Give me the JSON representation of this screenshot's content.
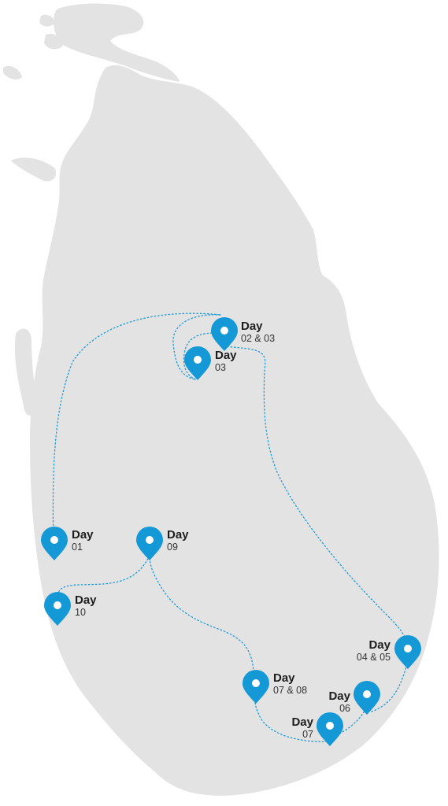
{
  "map": {
    "land_color": "#e3e3e3",
    "route_color": "#1f9bd7",
    "pin_color": "#1598d6",
    "pin_icon": "map-pin-icon"
  },
  "stops": [
    {
      "title": "Day",
      "days": "01"
    },
    {
      "title": "Day",
      "days": "02 & 03"
    },
    {
      "title": "Day",
      "days": "03"
    },
    {
      "title": "Day",
      "days": "04 & 05"
    },
    {
      "title": "Day",
      "days": "06"
    },
    {
      "title": "Day",
      "days": "07"
    },
    {
      "title": "Day",
      "days": "07 & 08"
    },
    {
      "title": "Day",
      "days": "09"
    },
    {
      "title": "Day",
      "days": "10"
    }
  ]
}
